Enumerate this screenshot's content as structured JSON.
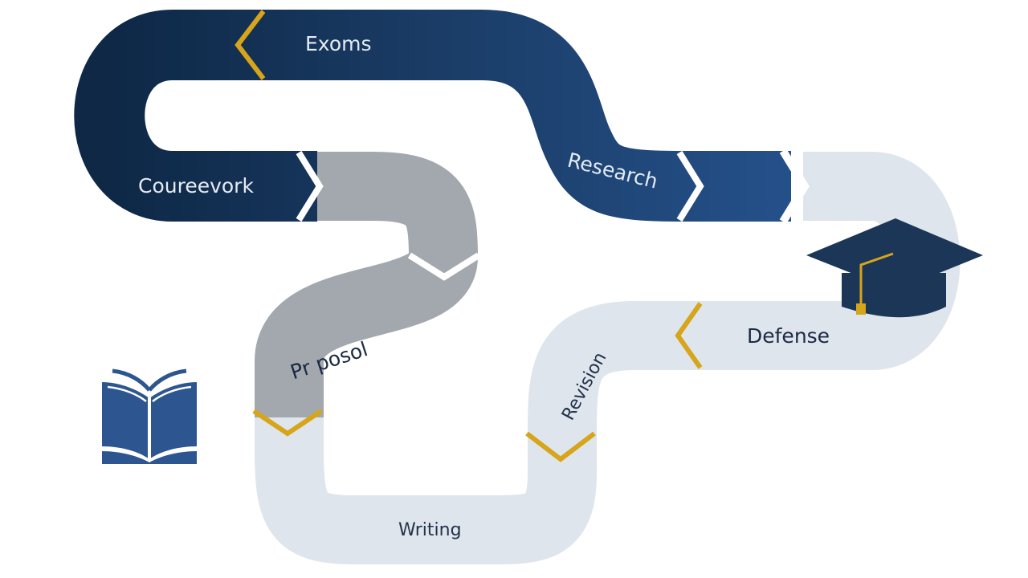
{
  "stages": {
    "exams": "Exoms",
    "coursework": "Coureevork",
    "research": "Research",
    "proposal": "Pr posol",
    "defense": "Defense",
    "writing": "Writing",
    "revision": "Revision"
  },
  "icons": {
    "book": "open-book-icon",
    "cap": "graduation-cap-icon"
  },
  "colors": {
    "navy": "#1a3a64",
    "gray": "#a2a8ae",
    "light": "#dfe5ec",
    "gold": "#d6a519",
    "book_blue": "#2d5690",
    "cap_navy": "#1c3658"
  }
}
